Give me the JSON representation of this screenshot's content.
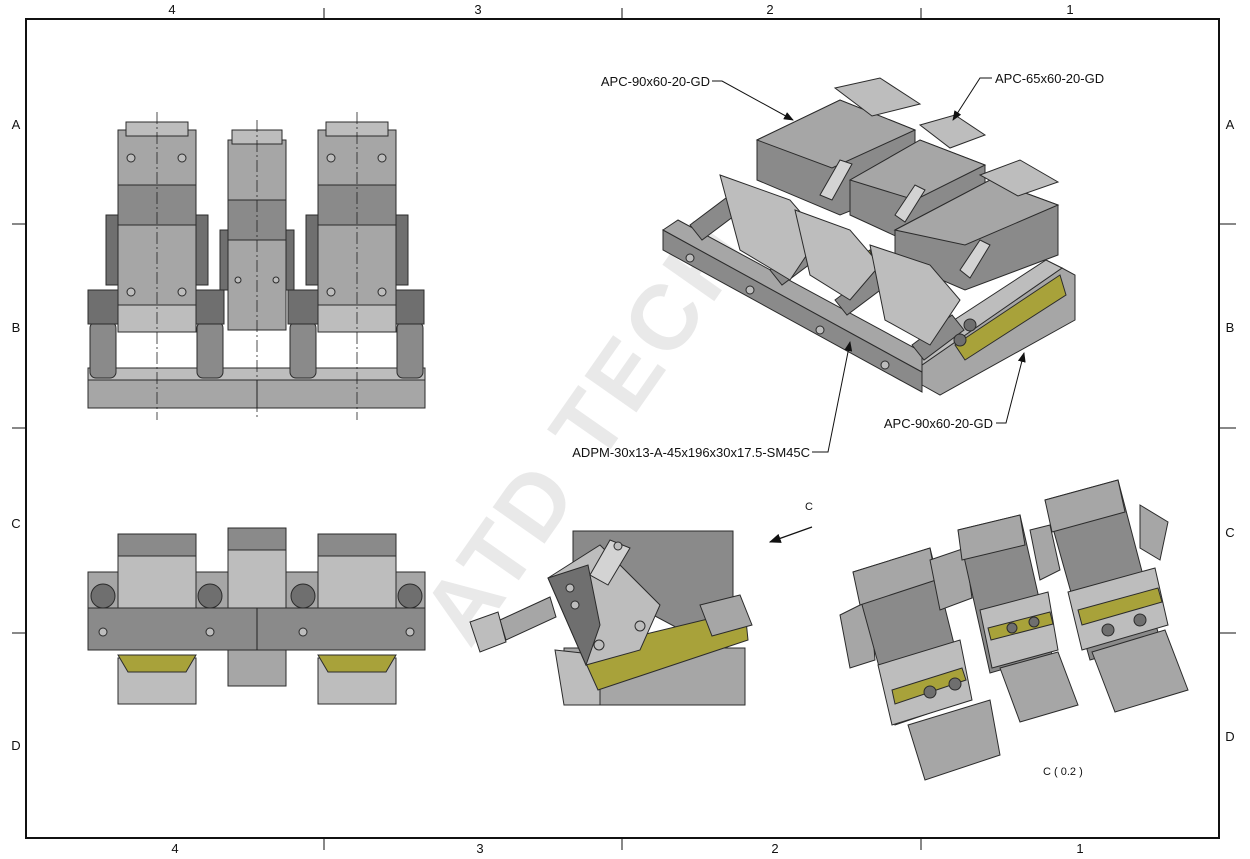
{
  "border": {
    "top_zones": [
      "4",
      "3",
      "2",
      "1"
    ],
    "bottom_zones": [
      "4",
      "3",
      "2",
      "1"
    ],
    "left_zones": [
      "A",
      "B",
      "C",
      "D"
    ],
    "right_zones": [
      "A",
      "B",
      "C",
      "D"
    ]
  },
  "watermark": "ATD TECH",
  "callouts": {
    "clamp_top_left": "APC-90x60-20-GD",
    "clamp_top_right": "APC-65x60-20-GD",
    "clamp_bottom_right": "APC-90x60-20-GD",
    "base_plate": "ADPM-30x13-A-45x196x30x17.5-SM45C"
  },
  "view_arrow_label": "C",
  "detail_view_label": "C ( 0.2 )",
  "colors": {
    "border": "#111111",
    "steel": "#8a8a8a",
    "steel_light": "#bdbdbd",
    "brass": "#a8a23a",
    "watermark": "#e9e9e9"
  }
}
